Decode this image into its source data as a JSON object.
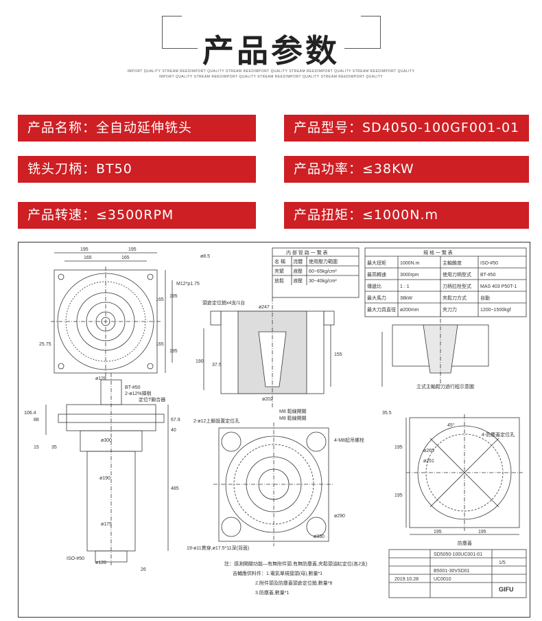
{
  "header": {
    "title": "产品参数",
    "tagline_line1": "IMPORT QUALITY STREAM REEDIMPORT QUALITY STREAM REEDIMPORT QUALITY STREAM REEDIMPORT QUALITY STREAM REEDIMPORT QUALITY",
    "tagline_line2": "IMPORT QUALITY STREAM REEDIMPORT QUALITY STREAM REEDIMPORT QUALITY STREAM REEDIMPORT QUALITY"
  },
  "specs": {
    "name": "产品名称：全自动延伸铣头",
    "model": "产品型号：SD4050-100GF001-01",
    "shank": "铣头刀柄：BT50",
    "power": "产品功率：≤38KW",
    "speed": "产品转速：≤3500RPM",
    "torque": "产品扭矩：≤1000N.m"
  },
  "drawing": {
    "pipe_table": {
      "title": "内 部 管 路 一 覽 表",
      "headers": [
        "名 稱",
        "流體",
        "使用壓力範圍"
      ],
      "rows": [
        [
          "夾緊",
          "液壓",
          "60~65kg/cm²"
        ],
        [
          "放鬆",
          "液壓",
          "30~40kg/cm²"
        ]
      ]
    },
    "spec_table": {
      "title": "規 格 一 覽 表",
      "rows": [
        [
          "最大扭矩",
          "1000N.m",
          "主軸錐度",
          "ISO-#50"
        ],
        [
          "最高轉速",
          "3000rpm",
          "使用刀柄型式",
          "BT-#50"
        ],
        [
          "傳遞比",
          "1 : 1",
          "刀柄拉栓型式",
          "MAS 403 P50T-1"
        ],
        [
          "最大馬力",
          "38kW",
          "夾鬆刀方式",
          "自動"
        ],
        [
          "最大刀具直徑",
          "ø200mm",
          "夾刀力",
          "1200~1500kgf"
        ]
      ]
    },
    "dims": {
      "top_left": [
        "195",
        "195",
        "165",
        "165"
      ],
      "side_left": [
        "165",
        "165",
        "195",
        "195"
      ],
      "radius": "25.75",
      "d128_top": "ø128",
      "bt50": "BT-#50",
      "d12": "2-ø12%挿梢",
      "block": "定位T鎖合器",
      "d300": "ø300",
      "d190": "ø190",
      "d175": "ø175",
      "d128_bot": "ø128",
      "iso50": "ISO-#50",
      "h485": "485",
      "h26": "26",
      "h106": "106.4",
      "h88": "88",
      "h67": "67.9",
      "h40": "40",
      "h15": "15",
      "h35": "35",
      "m12": "M12*p1.75",
      "d85": "ø8.5",
      "d247": "ø247",
      "d202": "ø202",
      "h190": "190",
      "h375": "37.5",
      "h155": "155",
      "locator": "頭倉定位銷x4支/1台",
      "m8a": "M8 鬆線開關",
      "m8b": "M8 鬆線開關",
      "d12b": "2-ø12上鎖設置定位孔",
      "d290": "ø290",
      "d330": "ø330",
      "d11": "19-ø11貫穿,ø17.5*11深(背面)",
      "m8c": "4-M8起吊螺栓",
      "view_title": "立式主軸鬆刀過行程示意圖",
      "d265": "ø265",
      "d251": "ø251",
      "h195a": "195",
      "h195b": "195",
      "w195a": "195",
      "w195b": "195",
      "a45": "45°",
      "h355": "35.5",
      "cover": "防塵蓋",
      "side_mark": "4-防塵蓋定位孔"
    },
    "notes": {
      "line1": "註：感測開關功能—有無附件頭,有無防塵蓋,夾鬆頭油缸定位(各2支)",
      "line2": "吉輔應供料件：1.電氣單規接頭(母),數量*1",
      "line3": "2.附件頭及防塵蓋頭倉定位銷,數量*8",
      "line4": "3.防塵蓋,數量*1"
    },
    "title_block": {
      "part_name": "SD5050-100UC001-01",
      "drawing_no": "B5001-30VSD01",
      "code": "UC0010",
      "date": "2019.10.28",
      "scale": "1/5",
      "logo": "GIFU"
    }
  }
}
